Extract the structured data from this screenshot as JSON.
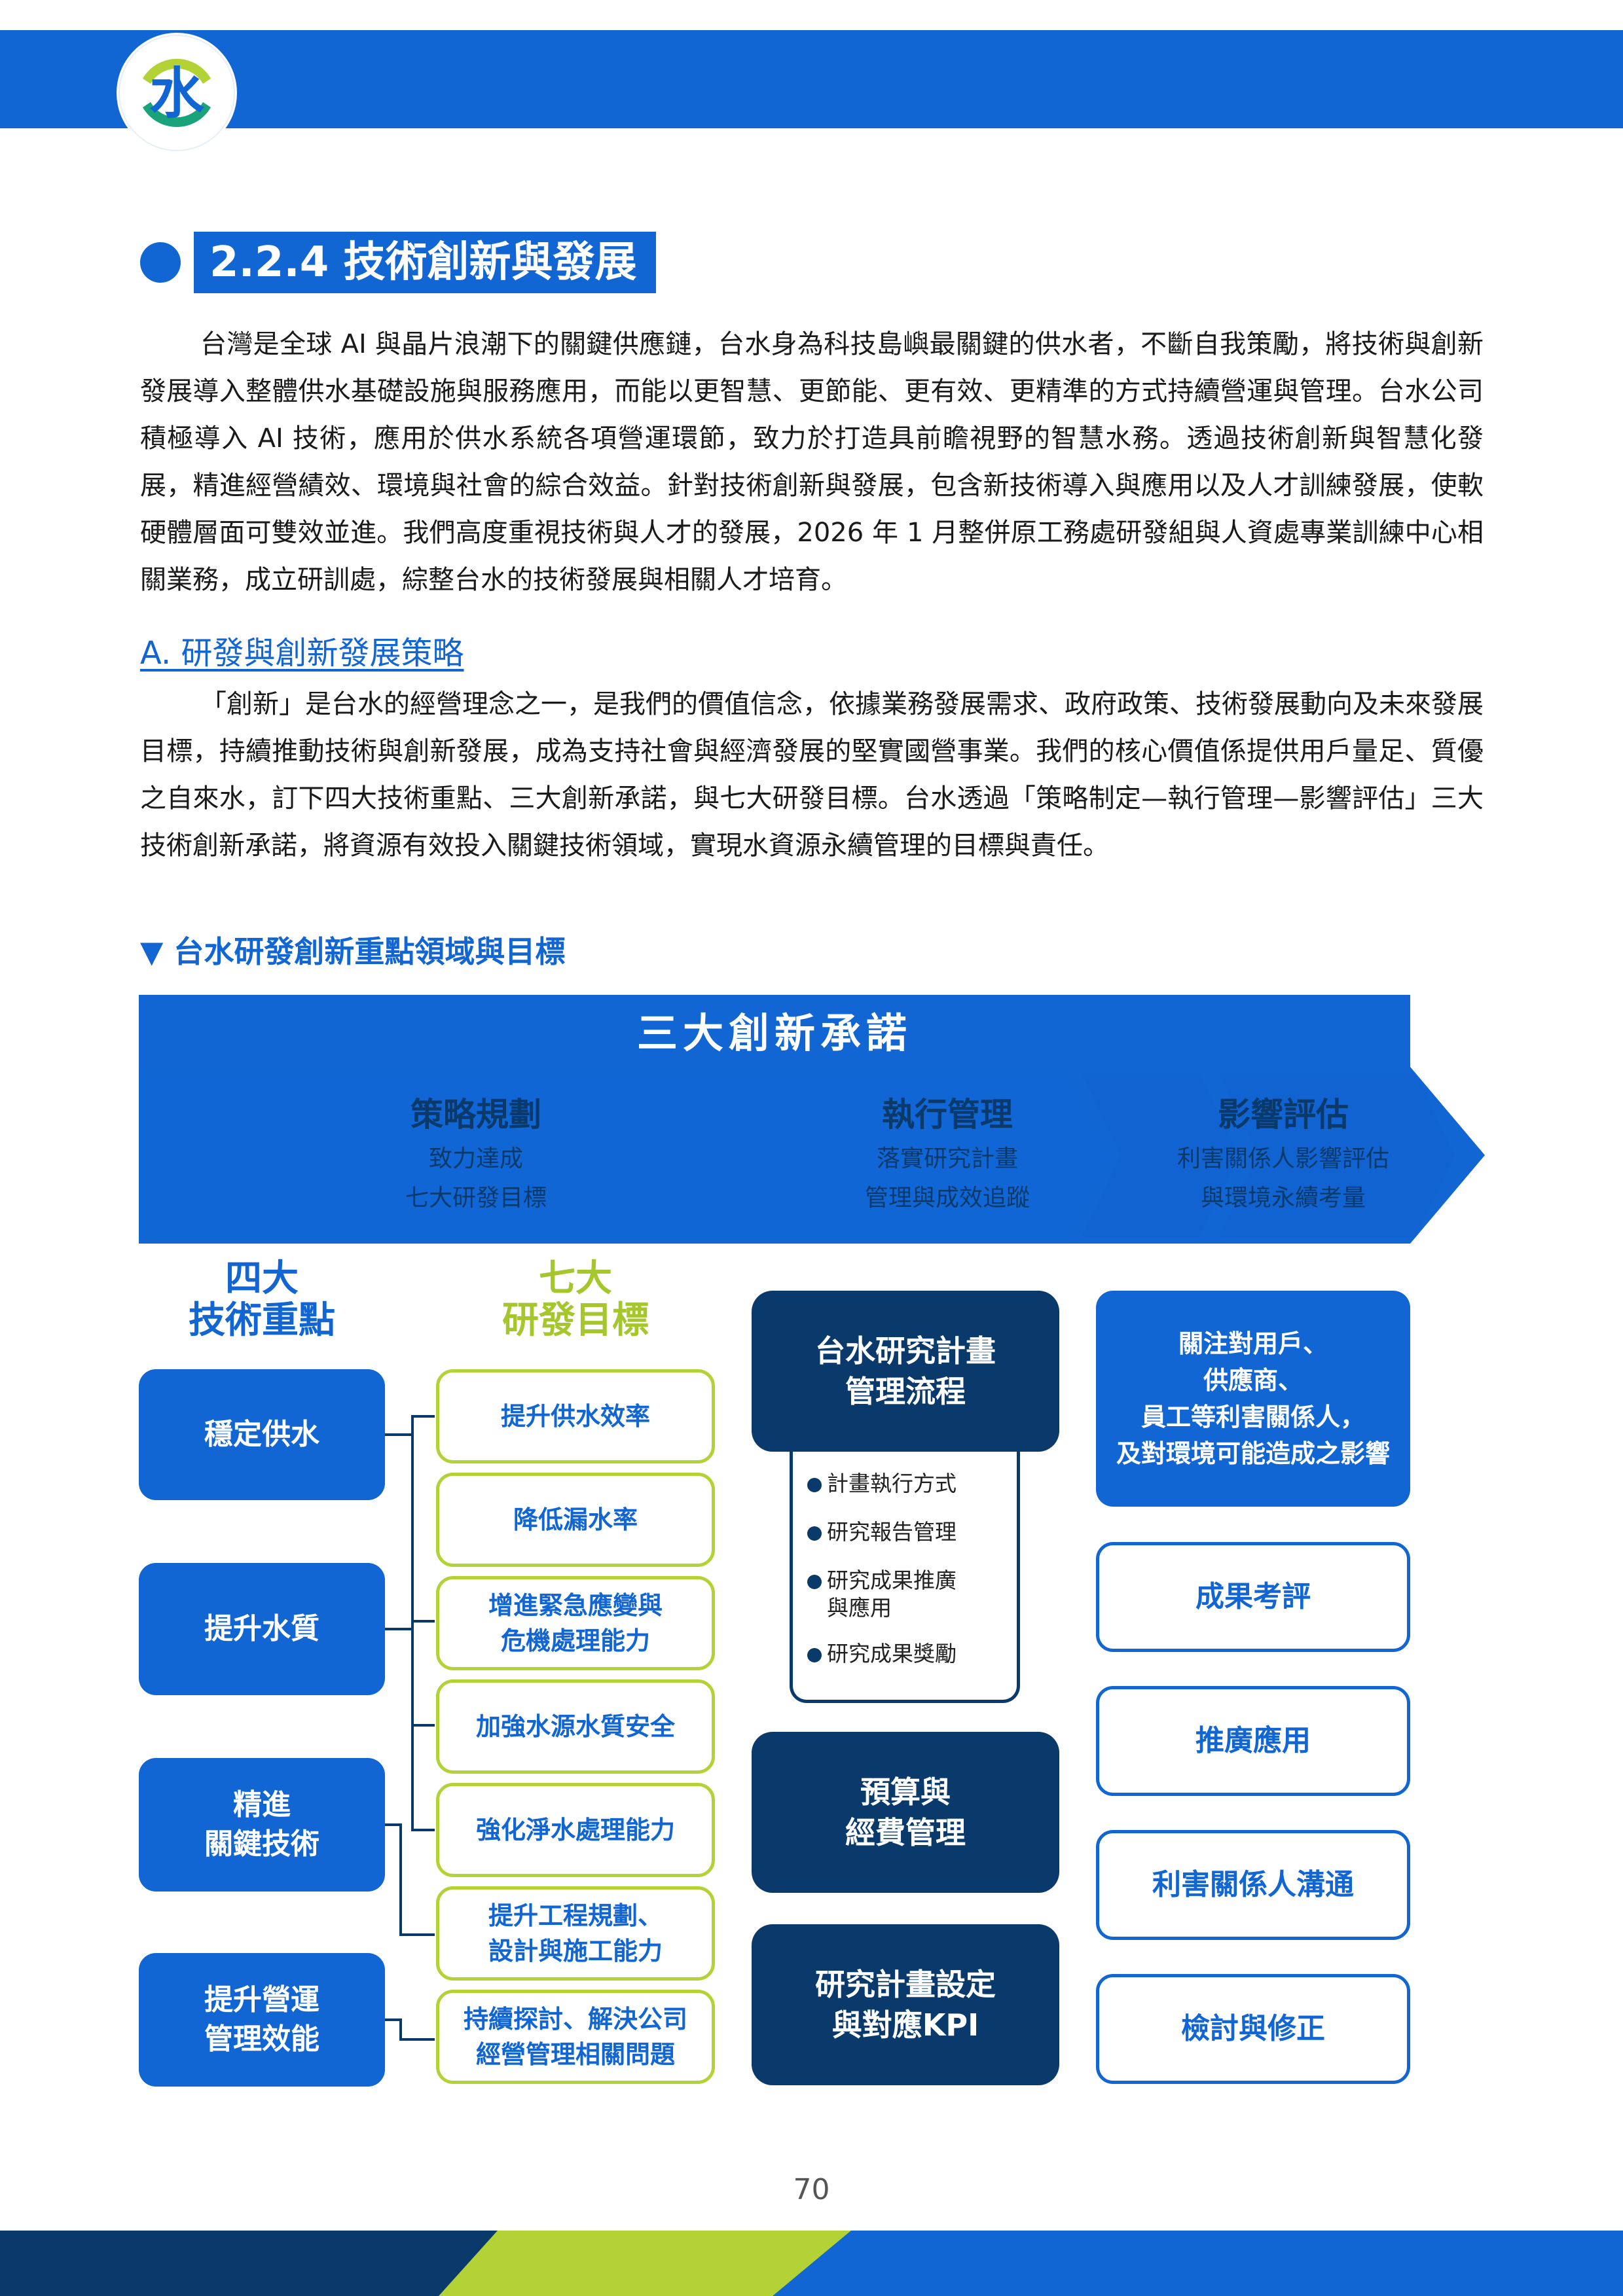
{
  "header": {
    "logo_text": "水",
    "colors": {
      "brand_blue": "#1166d4",
      "accent_green": "#b2d235",
      "navy": "#0a3a6b"
    }
  },
  "section": {
    "number_title": "2.2.4 技術創新與發展"
  },
  "intro_paragraph": "台灣是全球 AI 與晶片浪潮下的關鍵供應鏈，台水身為科技島嶼最關鍵的供水者，不斷自我策勵，將技術與創新發展導入整體供水基礎設施與服務應用，而能以更智慧、更節能、更有效、更精準的方式持續營運與管理。台水公司積極導入 AI 技術，應用於供水系統各項營運環節，致力於打造具前瞻視野的智慧水務。透過技術創新與智慧化發展，精進經營績效、環境與社會的綜合效益。針對技術創新與發展，包含新技術導入與應用以及人才訓練發展，使軟硬體層面可雙效並進。我們高度重視技術與人才的發展，2026 年 1 月整併原工務處研發組與人資處專業訓練中心相關業務，成立研訓處，綜整台水的技術發展與相關人才培育。",
  "subsection": {
    "title": "A. 研發與創新發展策略",
    "paragraph": "「創新」是台水的經營理念之一，是我們的價值信念，依據業務發展需求、政府政策、技術發展動向及未來發展目標，持續推動技術與創新發展，成為支持社會與經濟發展的堅實國營事業。我們的核心價值係提供用戶量足、質優之自來水，訂下四大技術重點、三大創新承諾，與七大研發目標。台水透過「策略制定—執行管理—影響評估」三大技術創新承諾，將資源有效投入關鍵技術領域，實現水資源永續管理的目標與責任。"
  },
  "figure": {
    "title": "▼ 台水研發創新重點領域與目標",
    "banner": {
      "title": "三大創新承諾",
      "commitments": [
        {
          "heading": "策略規劃",
          "line1": "致力達成",
          "line2": "七大研發目標"
        },
        {
          "heading": "執行管理",
          "line1": "落實研究計畫",
          "line2": "管理與成效追蹤"
        },
        {
          "heading": "影響評估",
          "line1": "利害關係人影響評估",
          "line2": "與環境永續考量"
        }
      ]
    },
    "four_focus": {
      "heading_line1": "四大",
      "heading_line2": "技術重點",
      "items": [
        "穩定供水",
        "提升水質",
        "精進\n關鍵技術",
        "提升營運\n管理效能"
      ]
    },
    "seven_goals": {
      "heading_line1": "七大",
      "heading_line2": "研發目標",
      "items": [
        "提升供水效率",
        "降低漏水率",
        "增進緊急應變與\n危機處理能力",
        "加強水源水質安全",
        "強化淨水處理能力",
        "提升工程規劃、\n設計與施工能力",
        "持續探討、解決公司\n經營管理相關問題"
      ]
    },
    "management": {
      "process_title": "台水研究計畫\n管理流程",
      "steps": [
        "計畫執行方式",
        "研究報告管理",
        "研究成果推廣\n與應用",
        "研究成果獎勵"
      ],
      "budget": "預算與\n經費管理",
      "kpi": "研究計畫設定\n與對應KPI"
    },
    "impact": {
      "stakeholder": "關注對用戶、\n供應商、\n員工等利害關係人，\n及對環境可能造成之影響",
      "items": [
        "成果考評",
        "推廣應用",
        "利害關係人溝通",
        "檢討與修正"
      ]
    }
  },
  "page_number": "70"
}
